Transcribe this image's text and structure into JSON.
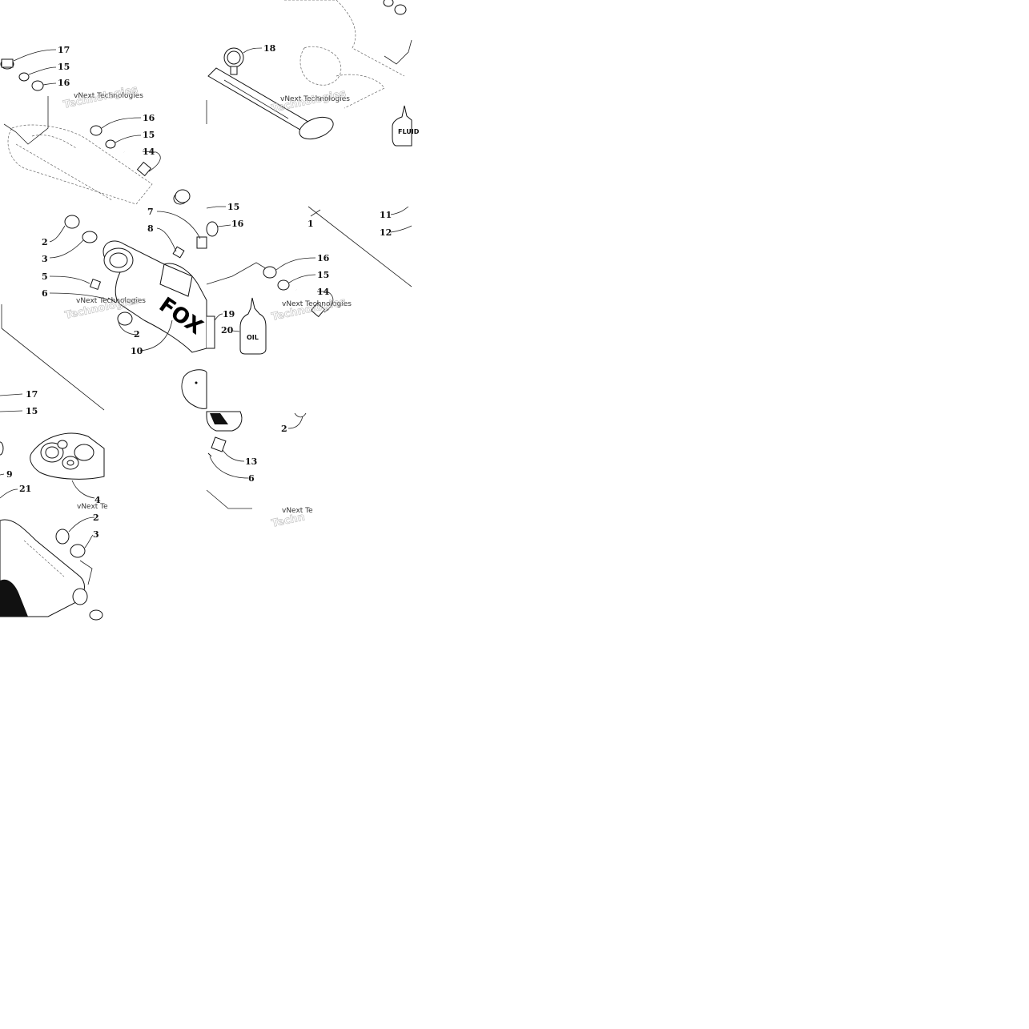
{
  "callouts": {
    "c17a": "17",
    "c15a": "15",
    "c16a": "16",
    "c16b": "16",
    "c15b": "15",
    "c14a": "14",
    "c18": "18",
    "c7": "7",
    "c8": "8",
    "c15c": "15",
    "c16c": "16",
    "c1": "1",
    "c11": "11",
    "c12": "12",
    "c2a": "2",
    "c3a": "3",
    "c5": "5",
    "c6a": "6",
    "c16d": "16",
    "c15d": "15",
    "c14b": "14",
    "c19": "19",
    "c20": "20",
    "c2b": "2",
    "c10": "10",
    "c17b": "17",
    "c15e": "15",
    "c9": "9",
    "c21": "21",
    "c4": "4",
    "c2c": "2",
    "c3b": "3",
    "c2d": "2",
    "c13": "13",
    "c6b": "6"
  },
  "watermarks": {
    "w1": "vNext Technologies",
    "w1b": "Technologies",
    "w2": "vNext Technologies",
    "w2b": "Technologies",
    "w3": "vNext Technologies",
    "w3b": "Technologies",
    "w4": "vNext Technologies",
    "w4b": "Technologies",
    "w5": "vNext Te",
    "w6": "vNext Te",
    "w6b": "Techn"
  },
  "labels": {
    "fluid": "FLUID",
    "oil": "OIL",
    "logo": "FOX"
  }
}
